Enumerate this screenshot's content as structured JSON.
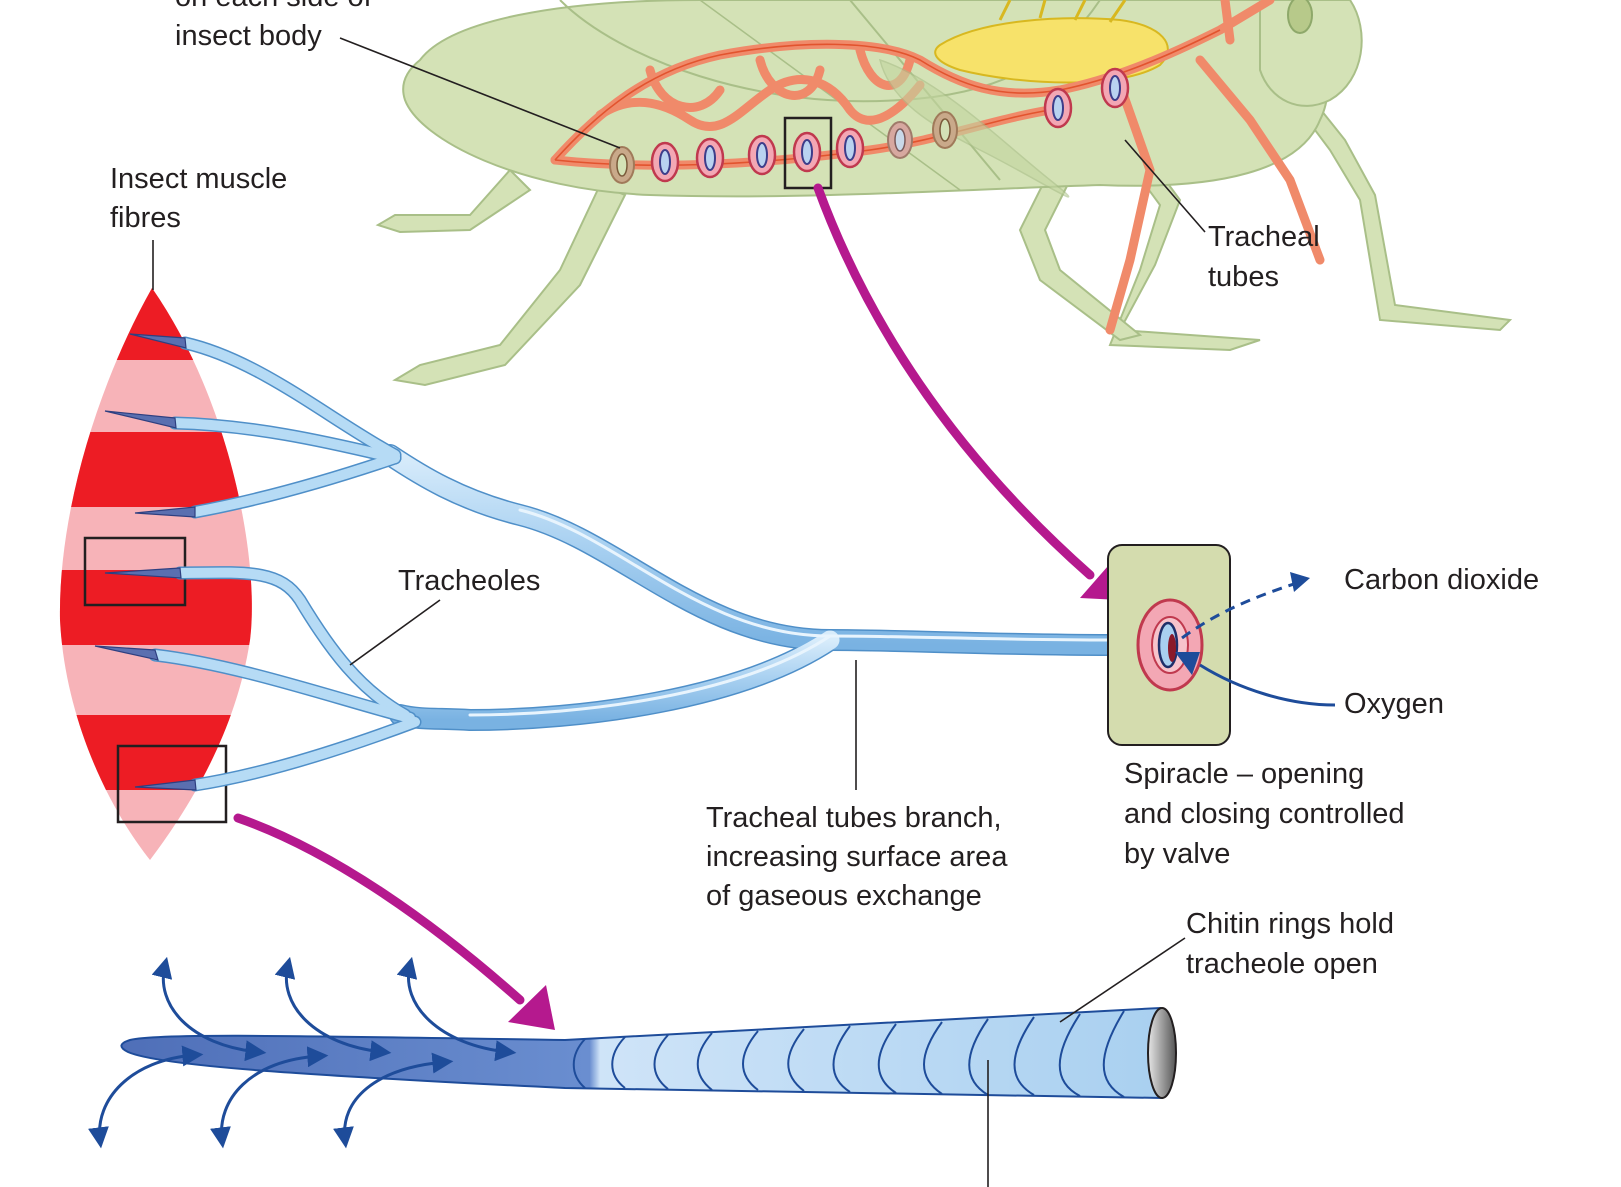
{
  "labels": {
    "spiracles_top_1": "on each side of",
    "spiracles_top_2": "insect body",
    "muscle_1": "Insect muscle",
    "muscle_2": "fibres",
    "tracheal_tubes_1": "Tracheal",
    "tracheal_tubes_2": "tubes",
    "tracheoles": "Tracheoles",
    "carbon_dioxide": "Carbon dioxide",
    "oxygen": "Oxygen",
    "spiracle_1": "Spiracle – opening",
    "spiracle_2": "and closing controlled",
    "spiracle_3": "by valve",
    "branch_1": "Tracheal tubes branch,",
    "branch_2": "increasing surface area",
    "branch_3": "of gaseous exchange",
    "chitin_1": "Chitin rings hold",
    "chitin_2": "tracheole open"
  },
  "colors": {
    "insect_body": "#d4e2b6",
    "insect_outline": "#a9bf88",
    "trachea_orange": "#f08a6a",
    "gut_yellow": "#f7e26a",
    "spiracle_pink": "#f3a7b4",
    "muscle_red": "#ed1c24",
    "muscle_pink": "#f7b3b8",
    "tube_blue": "#a9d2f2",
    "tube_outline": "#4f8fc8",
    "arrow_magenta": "#b5198e",
    "arrow_navy": "#1e4c9a",
    "spiracle_box": "#d4dcae"
  }
}
